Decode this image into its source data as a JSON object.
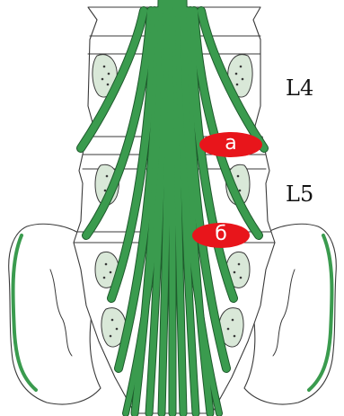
{
  "levels": {
    "upper": "L4",
    "lower": "L5"
  },
  "markers": {
    "first": "а",
    "second": "б"
  },
  "colors": {
    "nerve": "#3a9b4e",
    "nerve_outline": "#1e5a2c",
    "marker": "#e8151b",
    "pedicle": "#d9e8d8",
    "bone_outline": "#3a3a3a"
  }
}
